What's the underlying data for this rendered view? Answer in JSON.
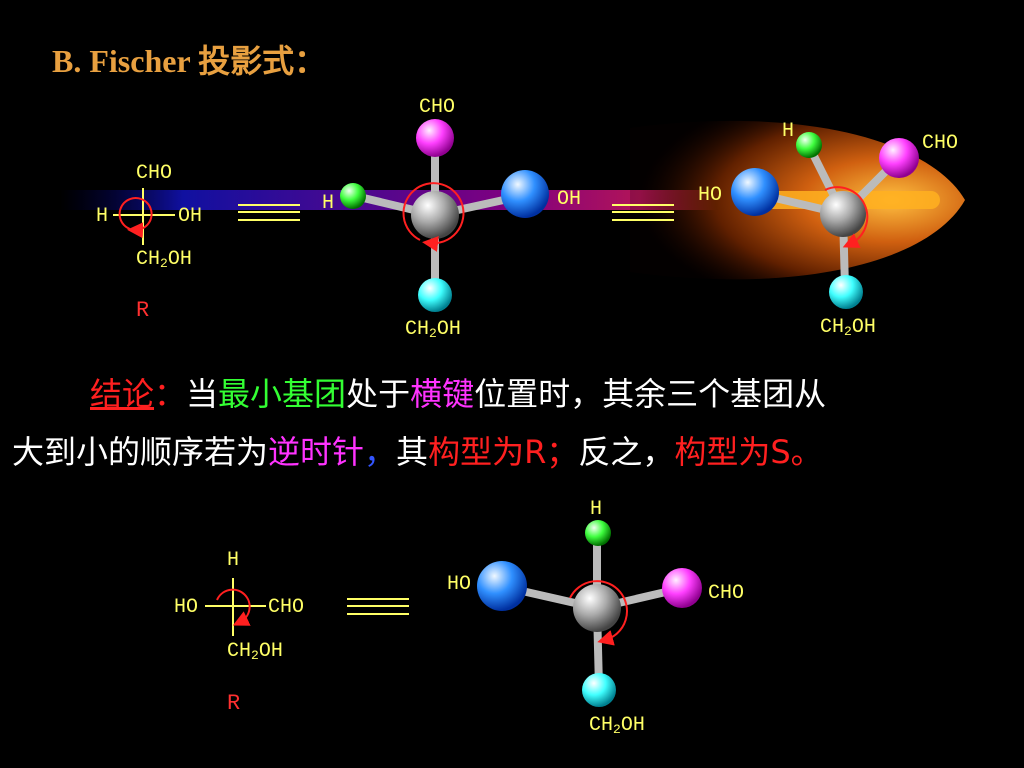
{
  "title": "B. Fischer 投影式：",
  "top_fischer": {
    "top": "CHO",
    "left": "H",
    "right": "OH",
    "bottom_pre": "CH",
    "bottom_sub": "2",
    "bottom_post": "OH",
    "config": "R"
  },
  "model1": {
    "top": "CHO",
    "left": "H",
    "right": "OH",
    "bottom_pre": "CH",
    "bottom_sub": "2",
    "bottom_post": "OH"
  },
  "model2": {
    "top_left": "H",
    "right": "CHO",
    "left": "HO",
    "bottom_pre": "CH",
    "bottom_sub": "2",
    "bottom_post": "OH"
  },
  "conclusion": {
    "l1_a": "结论",
    "l1_b": "：",
    "l1_c": "当",
    "l1_d": "最小基团",
    "l1_e": "处于",
    "l1_f": "横键",
    "l1_g": "位置时，其余三个基团从",
    "l2_a": "大到小的顺序若为",
    "l2_b": "逆时针",
    "l2_c": "，",
    "l2_d": "其",
    "l2_e": "构型为R；",
    "l2_f": "反之，",
    "l2_g": "构型为S。"
  },
  "bottom_fischer": {
    "top": "H",
    "left": "HO",
    "right": "CHO",
    "bottom_pre": "CH",
    "bottom_sub": "2",
    "bottom_post": "OH",
    "config": "R"
  },
  "model3": {
    "top": "H",
    "left": "HO",
    "right": "CHO",
    "bottom_pre": "CH",
    "bottom_sub": "2",
    "bottom_post": "OH"
  },
  "colors": {
    "title": "#E8A040",
    "label": "#FFFF66",
    "red": "#FF2020",
    "green": "#33FF33",
    "magenta": "#FF33FF",
    "blue": "#3355FF"
  }
}
